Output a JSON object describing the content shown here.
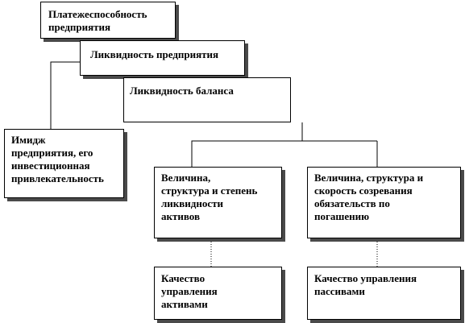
{
  "diagram": {
    "nodes": {
      "solvency": "Платежеспособность\nпредприятия",
      "liquidity": "Ликвидность предприятия",
      "balance_liquidity": "Ликвидность баланса",
      "image": "Имидж\nпредприятия, его\nинвестиционная\nпривлекательность",
      "assets": "Величина,\nструктура и степень\nликвидности\nактивов",
      "liabilities": "Величина, структура и\nскорость созревания\nобязательств по\nпогашению",
      "asset_management": "Качество\nуправления\nактивами",
      "liability_management": "Качество управления\nпассивами"
    },
    "colors": {
      "border": "#000000",
      "shadow": "#4a4a4a",
      "background": "#ffffff"
    }
  }
}
